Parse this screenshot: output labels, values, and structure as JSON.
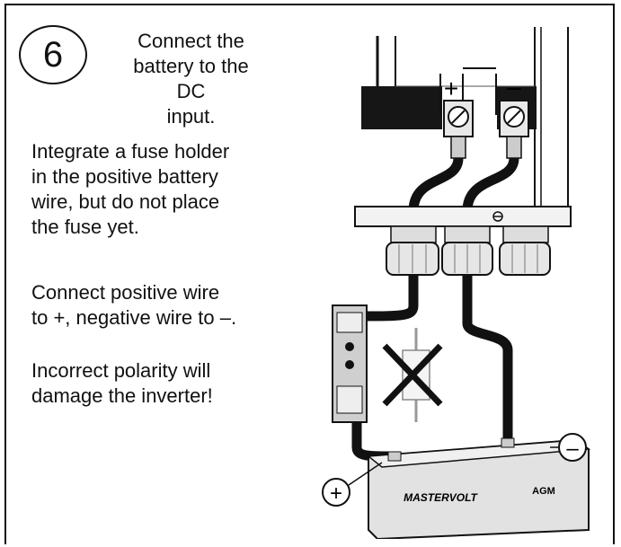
{
  "step": {
    "number": "6"
  },
  "intro": {
    "lines": [
      "Connect the",
      "battery to the DC",
      "input."
    ]
  },
  "paragraphs": {
    "fuse": [
      "Integrate a fuse holder",
      "in the positive battery",
      "wire, but do not place",
      "the fuse yet."
    ],
    "polarity": [
      "Connect positive wire",
      "to +, negative wire to –."
    ],
    "warning": [
      "Incorrect polarity will",
      "damage the inverter!"
    ]
  },
  "illustration": {
    "terminal_plus": "+",
    "terminal_minus": "–",
    "symbol_plus": "+",
    "symbol_minus": "–",
    "battery_brand": "MASTERVOLT",
    "battery_type": "AGM",
    "icons": [
      "screw-terminal-icon",
      "cable-gland-icon",
      "fuse-holder-icon",
      "battery-icon",
      "cross-mark-icon"
    ]
  }
}
